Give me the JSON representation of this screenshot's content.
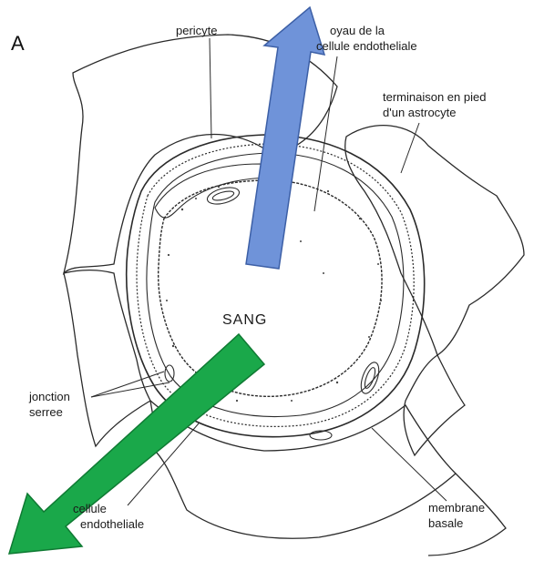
{
  "figure": {
    "panel_letter": "A",
    "labels": {
      "pericyte": "pericyte",
      "noyau_line1": "oyau de la",
      "noyau_line2": "cellule endotheliale",
      "astro_line1": "terminaison en pied",
      "astro_line2": "d'un astrocyte",
      "sang": "SANG",
      "jonction_line1": "jonction",
      "jonction_line2": "serree",
      "cellule_line1": "cellule",
      "cellule_line2": "endotheliale",
      "membrane_line1": "membrane",
      "membrane_line2": "basale"
    },
    "colors": {
      "blue_arrow": "#6f93d9",
      "blue_arrow_edge": "#3c5fa6",
      "green_arrow": "#1aa84a",
      "green_arrow_edge": "#0f7a33",
      "line_art": "#2a2a2a"
    }
  }
}
